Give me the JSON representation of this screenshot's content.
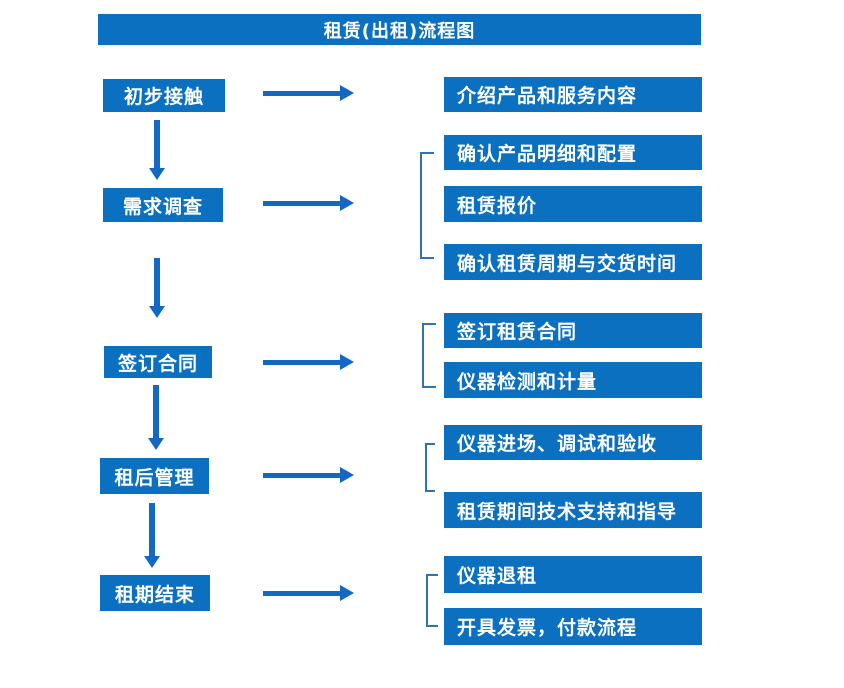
{
  "title": "租赁(出租)流程图",
  "stages": [
    {
      "label": "初步接触",
      "steps": [
        "介绍产品和服务内容"
      ]
    },
    {
      "label": "需求调查",
      "steps": [
        "确认产品明细和配置",
        "租赁报价",
        "确认租赁周期与交货时间"
      ]
    },
    {
      "label": "签订合同",
      "steps": [
        "签订租赁合同",
        "仪器检测和计量"
      ]
    },
    {
      "label": "租后管理",
      "steps": [
        "仪器进场、调试和验收",
        "租赁期间技术支持和指导"
      ]
    },
    {
      "label": "租期结束",
      "steps": [
        "仪器退租",
        "开具发票，付款流程"
      ]
    }
  ],
  "colors": {
    "box_fill": "#0b70c0",
    "arrow": "#1268c3",
    "bracket": "#2e74b5",
    "text": "#ffffff",
    "background": "#ffffff"
  }
}
